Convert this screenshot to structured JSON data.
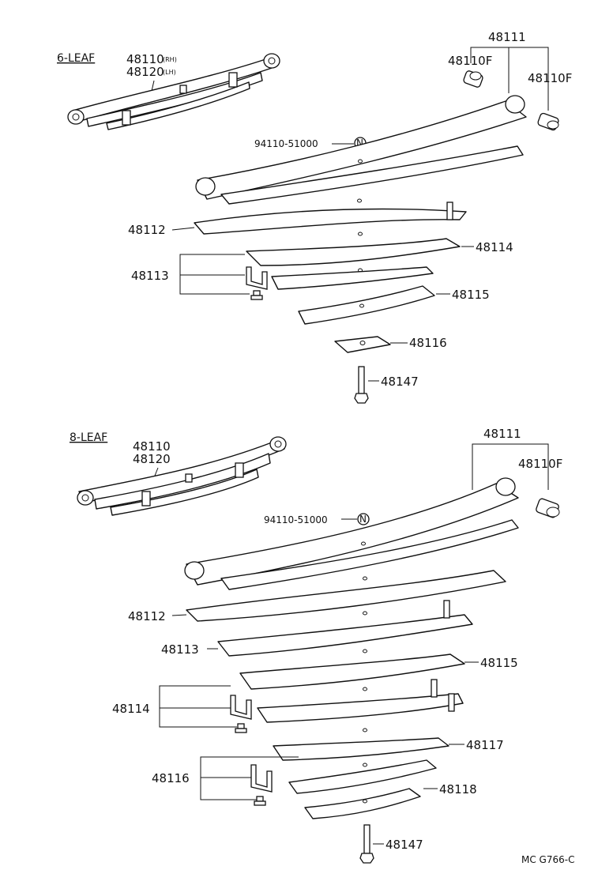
{
  "six_leaf": {
    "header": "6-LEAF",
    "assy_labels": [
      "48110",
      "48120"
    ],
    "assy_suffixes": [
      "(RH)",
      "(LH)"
    ],
    "bushing_group": "48111",
    "bushing_left": "48110F",
    "bushing_right": "48110F",
    "bolt_code": "94110-51000",
    "n_symbol": "N",
    "parts": [
      "48112",
      "48113",
      "48114",
      "48115",
      "48116",
      "48147"
    ]
  },
  "eight_leaf": {
    "header": "8-LEAF",
    "assy_labels": [
      "48110",
      "48120"
    ],
    "bushing_group": "48111",
    "bushing_right": "48110F",
    "bolt_code": "94110-51000",
    "n_symbol": "N",
    "parts": [
      "48112",
      "48113",
      "48115",
      "48114",
      "48117",
      "48116",
      "48118",
      "48147"
    ]
  },
  "figure_code": "MC G766-C"
}
